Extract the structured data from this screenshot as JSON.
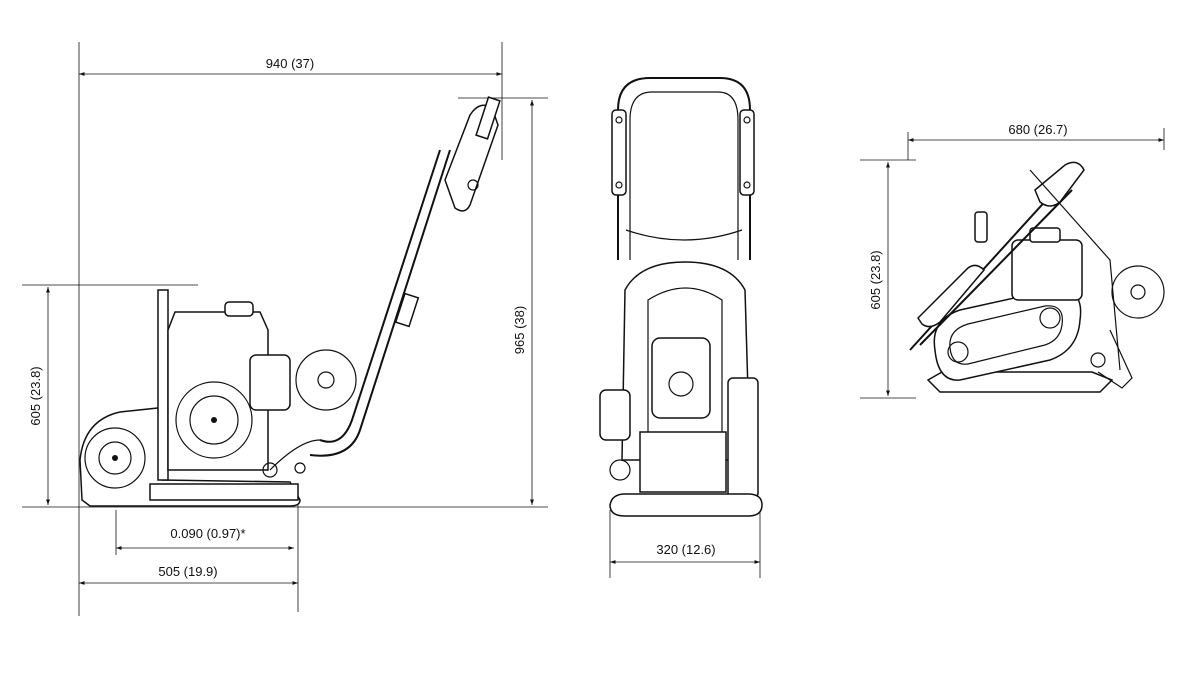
{
  "colors": {
    "line": "#111111",
    "background": "#ffffff"
  },
  "dimensions": {
    "side_length": "940 (37)",
    "side_height": "605 (23.8)",
    "handle_height": "965 (38)",
    "plate_depth": "0.090 (0.97)*",
    "plate_length": "505 (19.9)",
    "front_width": "320 (12.6)",
    "folded_length": "680 (26.7)",
    "folded_height": "605 (23.8)"
  }
}
